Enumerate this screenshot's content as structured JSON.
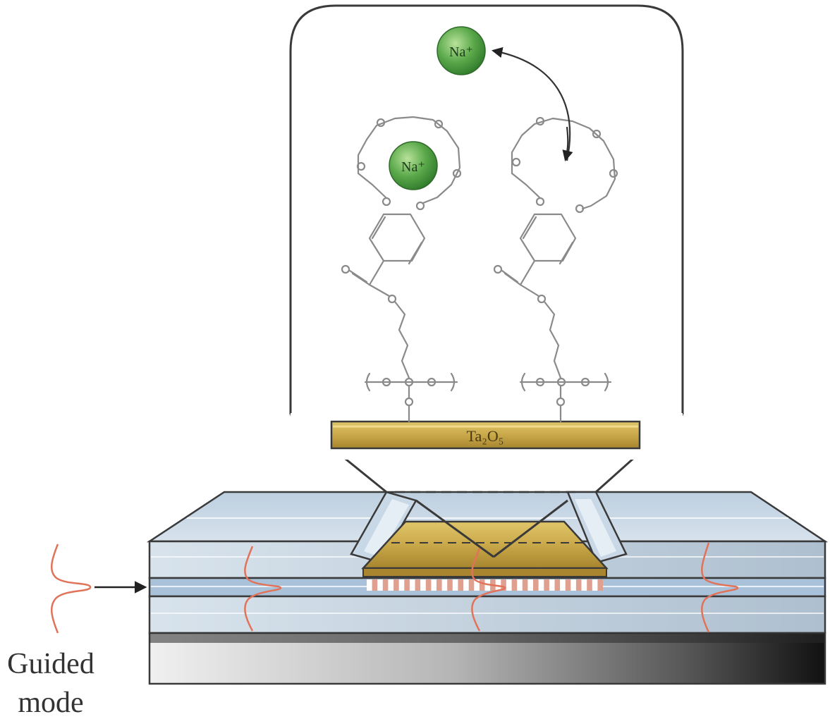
{
  "labels": {
    "guided_mode": [
      "Guided",
      "mode"
    ],
    "substrate": "Ta₂O₅",
    "ion_bound": "Na⁺",
    "ion_free": "Na⁺"
  },
  "colors": {
    "gold": "#c9a84a",
    "gold_dark": "#8a6a1c",
    "ion_green": "#5aa84a",
    "guided_wave": "#e0735a",
    "layer_blue": "#c5d5e3",
    "core_blue": "#a9c2da",
    "outline": "#3a3a3a",
    "molecule": "#8a8a8a"
  },
  "icons": {
    "bound_ion": "sodium-ion-sphere",
    "free_ion": "sodium-ion-sphere",
    "binding_arrow": "curved-arrow",
    "input_arrow": "right-arrow"
  }
}
